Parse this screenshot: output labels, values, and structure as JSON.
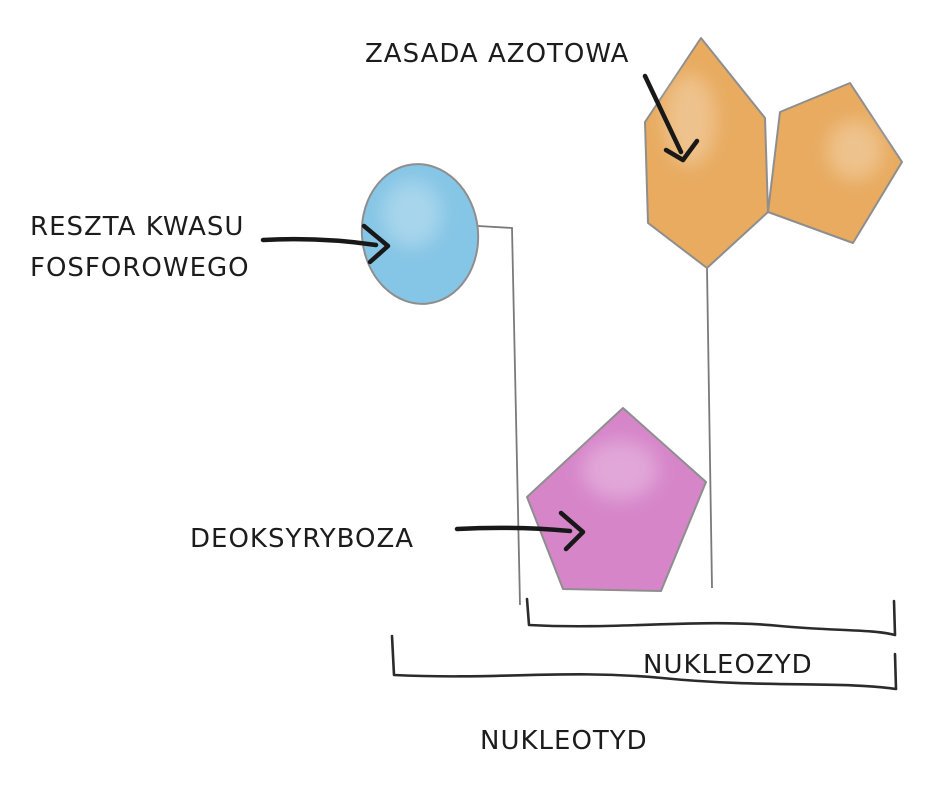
{
  "diagram": {
    "labels": {
      "base": "ZASADA AZOTOWA",
      "phosphate_line1": "RESZTA KWASU",
      "phosphate_line2": "FOSFOROWEGO",
      "sugar": "DEOKSYRYBOZA",
      "nucleoside": "NUKLEOZYD",
      "nucleotide": "NUKLEOTYD"
    },
    "colors": {
      "base_fill": "#e8ab60",
      "phosphate_fill": "#85c5e5",
      "sugar_fill": "#d685c9",
      "outline": "#8e8e8e",
      "ink": "#181818",
      "background": "#ffffff"
    }
  }
}
